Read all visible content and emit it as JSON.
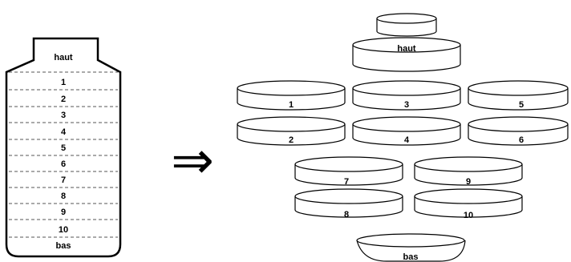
{
  "bottle": {
    "top_label": "haut",
    "layers": [
      "1",
      "2",
      "3",
      "4",
      "5",
      "6",
      "7",
      "8",
      "9",
      "10"
    ],
    "bottom_label": "bas"
  },
  "arrow": {
    "glyph": "⇒",
    "icon": "double-right-arrow-icon"
  },
  "parts": {
    "top": "haut",
    "bottom": "bas",
    "discs": [
      "1",
      "2",
      "3",
      "4",
      "5",
      "6",
      "7",
      "8",
      "9",
      "10"
    ]
  }
}
